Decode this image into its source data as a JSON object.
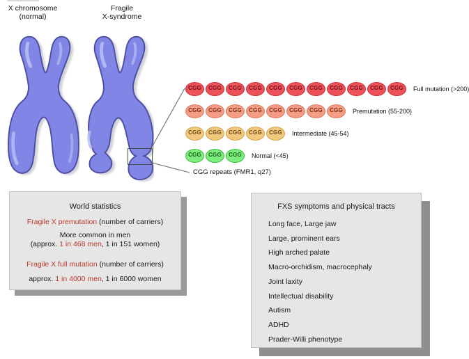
{
  "chromosomes": {
    "normal_label_line1": "X chromosome",
    "normal_label_line2": "(normal)",
    "fragile_label_line1": "Fragile",
    "fragile_label_line2": "X-syndrome"
  },
  "repeats": {
    "unit": "CGG",
    "rows": [
      {
        "count": 11,
        "label": "Full mutation (>200)",
        "fill": "#ee5158",
        "border": "#c3303e",
        "text_color": "#6e1420"
      },
      {
        "count": 8,
        "label": "Premutation (55-200)",
        "fill": "#f49c84",
        "border": "#d87a5e",
        "text_color": "#7c2c18"
      },
      {
        "count": 5,
        "label": "Intermediate (45-54)",
        "fill": "#f1c87e",
        "border": "#d2a24c",
        "text_color": "#6d4a12"
      },
      {
        "count": 3,
        "label": "Normal (<45)",
        "fill": "#7dee7d",
        "border": "#3fba3f",
        "text_color": "#145c14"
      }
    ],
    "pointer_label": "CGG repeats (FMR1, q27)"
  },
  "stats_box": {
    "title": "World statistics",
    "premutation_heading_red": "Fragile X premutation",
    "premutation_heading_rest": " (number of carriers)",
    "premutation_note": "More common in men",
    "premutation_approx_prefix": "(approx. ",
    "premutation_approx_red": "1 in 468 men",
    "premutation_approx_rest": ", 1 in 151 women)",
    "full_heading_red": "Fragile X full mutation",
    "full_heading_rest": " (number of carriers)",
    "full_approx_prefix": "approx. ",
    "full_approx_red": "1 in 4000 men",
    "full_approx_rest": ", 1 in 6000 women"
  },
  "symptoms_box": {
    "title": "FXS symptoms and physical tracts",
    "items": [
      "Long face, Large jaw",
      "Large, prominent ears",
      "High arched palate",
      "Macro-orchidism, macrocephaly",
      "Joint laxity",
      "Intellectual disability",
      "Autism",
      "ADHD",
      "Prader-Willi phenotype"
    ]
  },
  "colors": {
    "highlight_red": "#bd382c",
    "chromosome_fill": "#8185e6",
    "chromosome_outline": "#4a4fa0",
    "box_bg": "#e6e6e6",
    "box_shadow": "#9a9a9a"
  }
}
